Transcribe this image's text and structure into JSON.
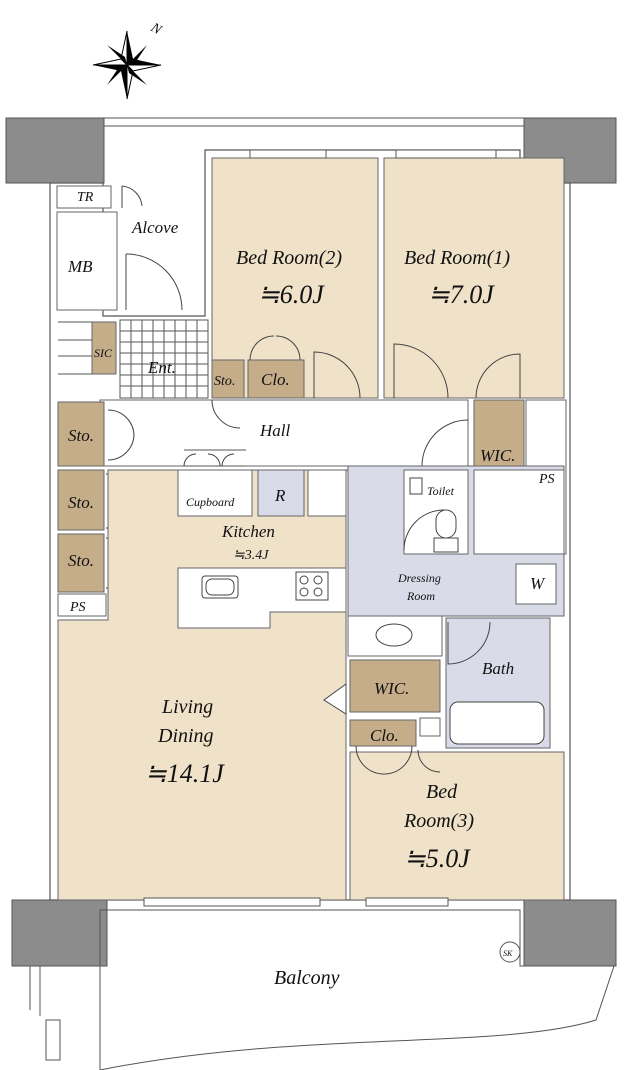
{
  "compass": {
    "north_label": "N"
  },
  "rooms": {
    "bed2": {
      "name": "Bed Room(2)",
      "size": "≒6.0J"
    },
    "bed1": {
      "name": "Bed Room(1)",
      "size": "≒7.0J"
    },
    "bed3": {
      "name_line1": "Bed",
      "name_line2": "Room(3)",
      "size": "≒5.0J"
    },
    "living": {
      "name_line1": "Living",
      "name_line2": "Dining",
      "size": "≒14.1J"
    },
    "kitchen": {
      "name": "Kitchen",
      "size": "≒3.4J"
    },
    "alcove": "Alcove",
    "hall": "Hall",
    "ent": "Ent.",
    "dressing": {
      "line1": "Dressing",
      "line2": "Room"
    },
    "toilet": "Toilet",
    "bath": "Bath",
    "balcony": "Balcony"
  },
  "fixtures": {
    "tr": "TR",
    "mb": "MB",
    "sic": "SIC",
    "sto_bed2": "Sto.",
    "clo_bed2": "Clo.",
    "sto_left1": "Sto.",
    "sto_left2": "Sto.",
    "sto_left3": "Sto.",
    "ps_left": "PS",
    "ps_right": "PS",
    "wic_hall": "WIC.",
    "wic_mid": "WIC.",
    "clo_bed3": "Clo.",
    "cupboard": "Cupboard",
    "fridge": "R",
    "washer": "W",
    "sk": "SK"
  }
}
